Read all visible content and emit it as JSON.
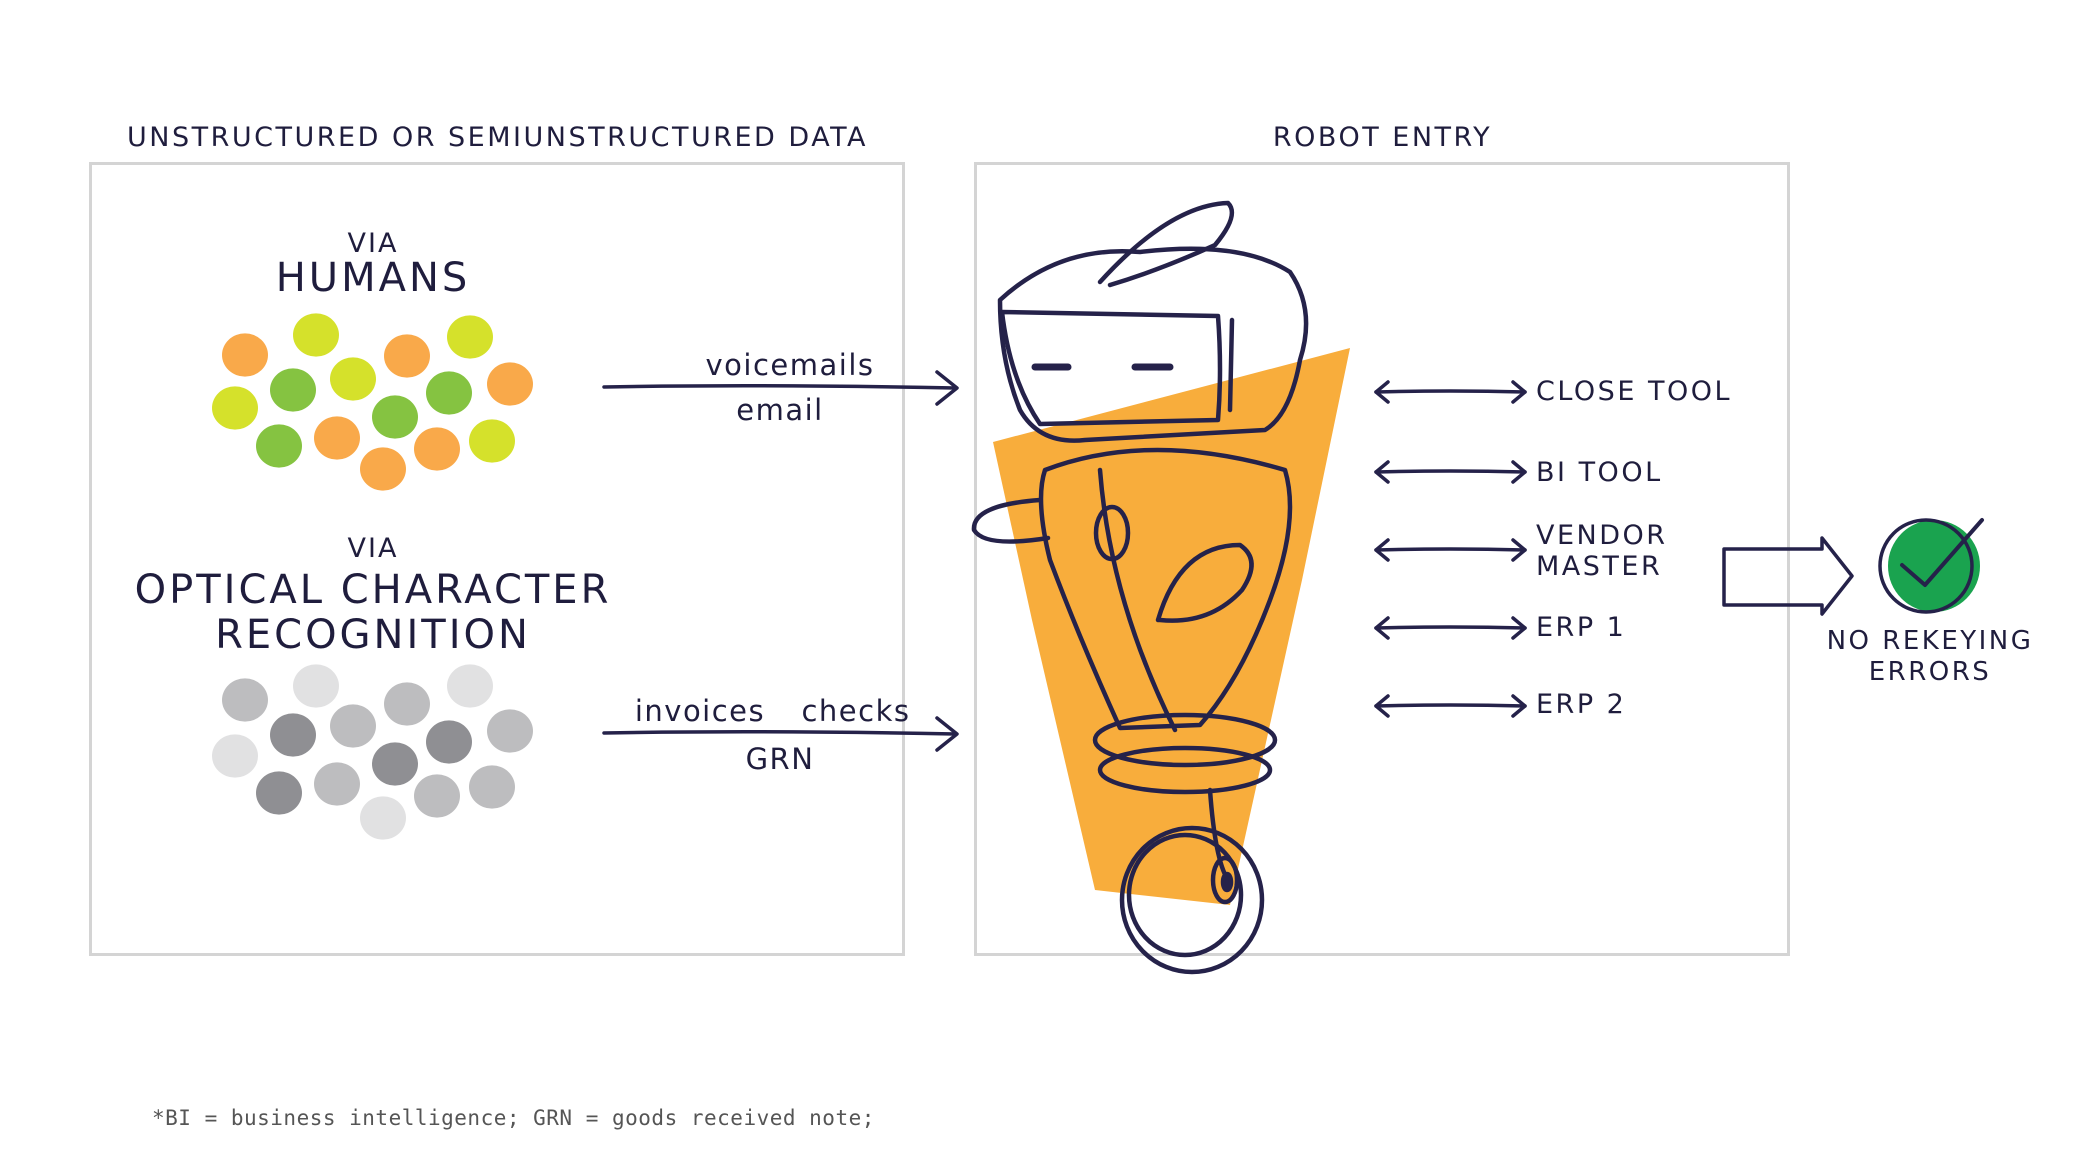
{
  "left_panel": {
    "heading": "UNSTRUCTURED OR SEMIUNSTRUCTURED DATA",
    "humans": {
      "via": "VIA",
      "title": "HUMANS"
    },
    "ocr": {
      "via": "VIA",
      "title_line1": "OPTICAL CHARACTER",
      "title_line2": "RECOGNITION"
    }
  },
  "flows": {
    "top": {
      "label_above": "voicemails",
      "label_below": "email"
    },
    "bottom": {
      "label_above_left": "invoices",
      "label_above_right": "checks",
      "label_below": "GRN"
    }
  },
  "right_panel": {
    "heading": "ROBOT ENTRY",
    "systems": [
      {
        "line1": "CLOSE TOOL",
        "line2": ""
      },
      {
        "line1": "BI TOOL",
        "line2": ""
      },
      {
        "line1": "VENDOR",
        "line2": "MASTER"
      },
      {
        "line1": "ERP 1",
        "line2": ""
      },
      {
        "line1": "ERP 2",
        "line2": ""
      }
    ]
  },
  "outcome": {
    "line1": "NO REKEYING",
    "line2": "ERRORS"
  },
  "footnote": "*BI = business intelligence; GRN = goods received note;",
  "colors": {
    "ink": "#25224a",
    "panel_border": "#d4d4d4",
    "robot_orange": "#f8ad3c",
    "dot_orange": "#f9a94a",
    "dot_yellow": "#d5e12b",
    "dot_green": "#85c341",
    "dot_grey_dark": "#8f8f93",
    "dot_grey_mid": "#bdbdbf",
    "dot_grey_light": "#e1e1e2",
    "check_green": "#1aa34f"
  }
}
